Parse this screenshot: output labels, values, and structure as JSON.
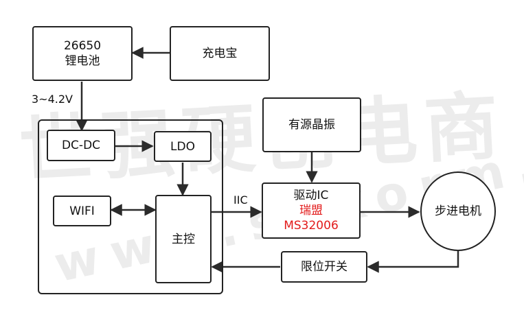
{
  "watermark": {
    "main": "世强硬创电商",
    "url": "www.sekorm.com"
  },
  "blocks": {
    "battery": {
      "line1": "26650",
      "line2": "锂电池"
    },
    "powerbank": {
      "label": "充电宝"
    },
    "dcdc": {
      "label": "DC-DC"
    },
    "ldo": {
      "label": "LDO"
    },
    "wifi": {
      "label": "WIFI"
    },
    "mcu": {
      "label": "主控"
    },
    "oscillator": {
      "label": "有源晶振"
    },
    "driver": {
      "line1": "驱动IC",
      "brand": "瑞盟",
      "part": "MS32006"
    },
    "motor": {
      "label": "步进电机"
    },
    "limit": {
      "label": "限位开关"
    }
  },
  "labels": {
    "voltage": "3~4.2V",
    "bus": "IIC"
  },
  "colors": {
    "line": "#2b2b2b",
    "highlight": "#e21b1b"
  }
}
